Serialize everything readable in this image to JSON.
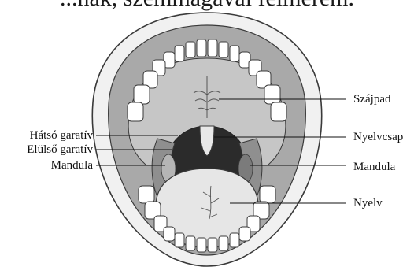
{
  "heading_partial": "...nak, szemmagával felmérem.",
  "labels": {
    "palate": "Szájpad",
    "posterior_pillar": "Hátsó garatív",
    "uvula": "Nyelvcsap",
    "anterior_pillar": "Elülső garatív",
    "tonsil_left": "Mandula",
    "tonsil_right": "Mandula",
    "tongue": "Nyelv"
  },
  "colors": {
    "lips": "#f1f1f1",
    "gums": "#a9a9a9",
    "palate": "#c3c3c3",
    "throat": "#2b2b2b",
    "tongue": "#e6e6e6",
    "teeth": "#ffffff",
    "outline": "#3a3a3a"
  }
}
